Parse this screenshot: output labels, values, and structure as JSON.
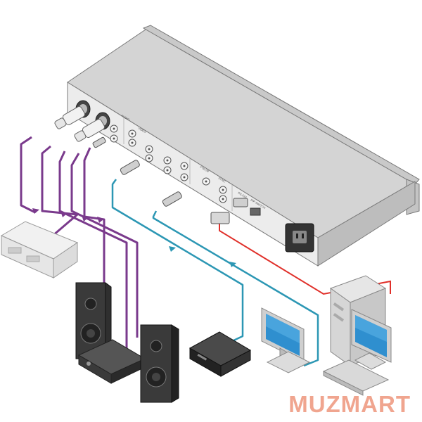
{
  "device": {
    "panel_labels": {
      "audio": "AUDIO",
      "video": "VIDEO",
      "rs232": "RS-232",
      "dip": "DIP-SWITCH",
      "color": "COLOR",
      "sync": "SYNC"
    }
  },
  "watermark": {
    "text": "MUZMART",
    "color": "#f0a58f"
  },
  "colors": {
    "audio_cable": "#7a3a8c",
    "video_cable": "#2c97b4",
    "control_cable": "#e0302a",
    "device_body": "#d9d9d9",
    "device_panel": "#ececec"
  }
}
